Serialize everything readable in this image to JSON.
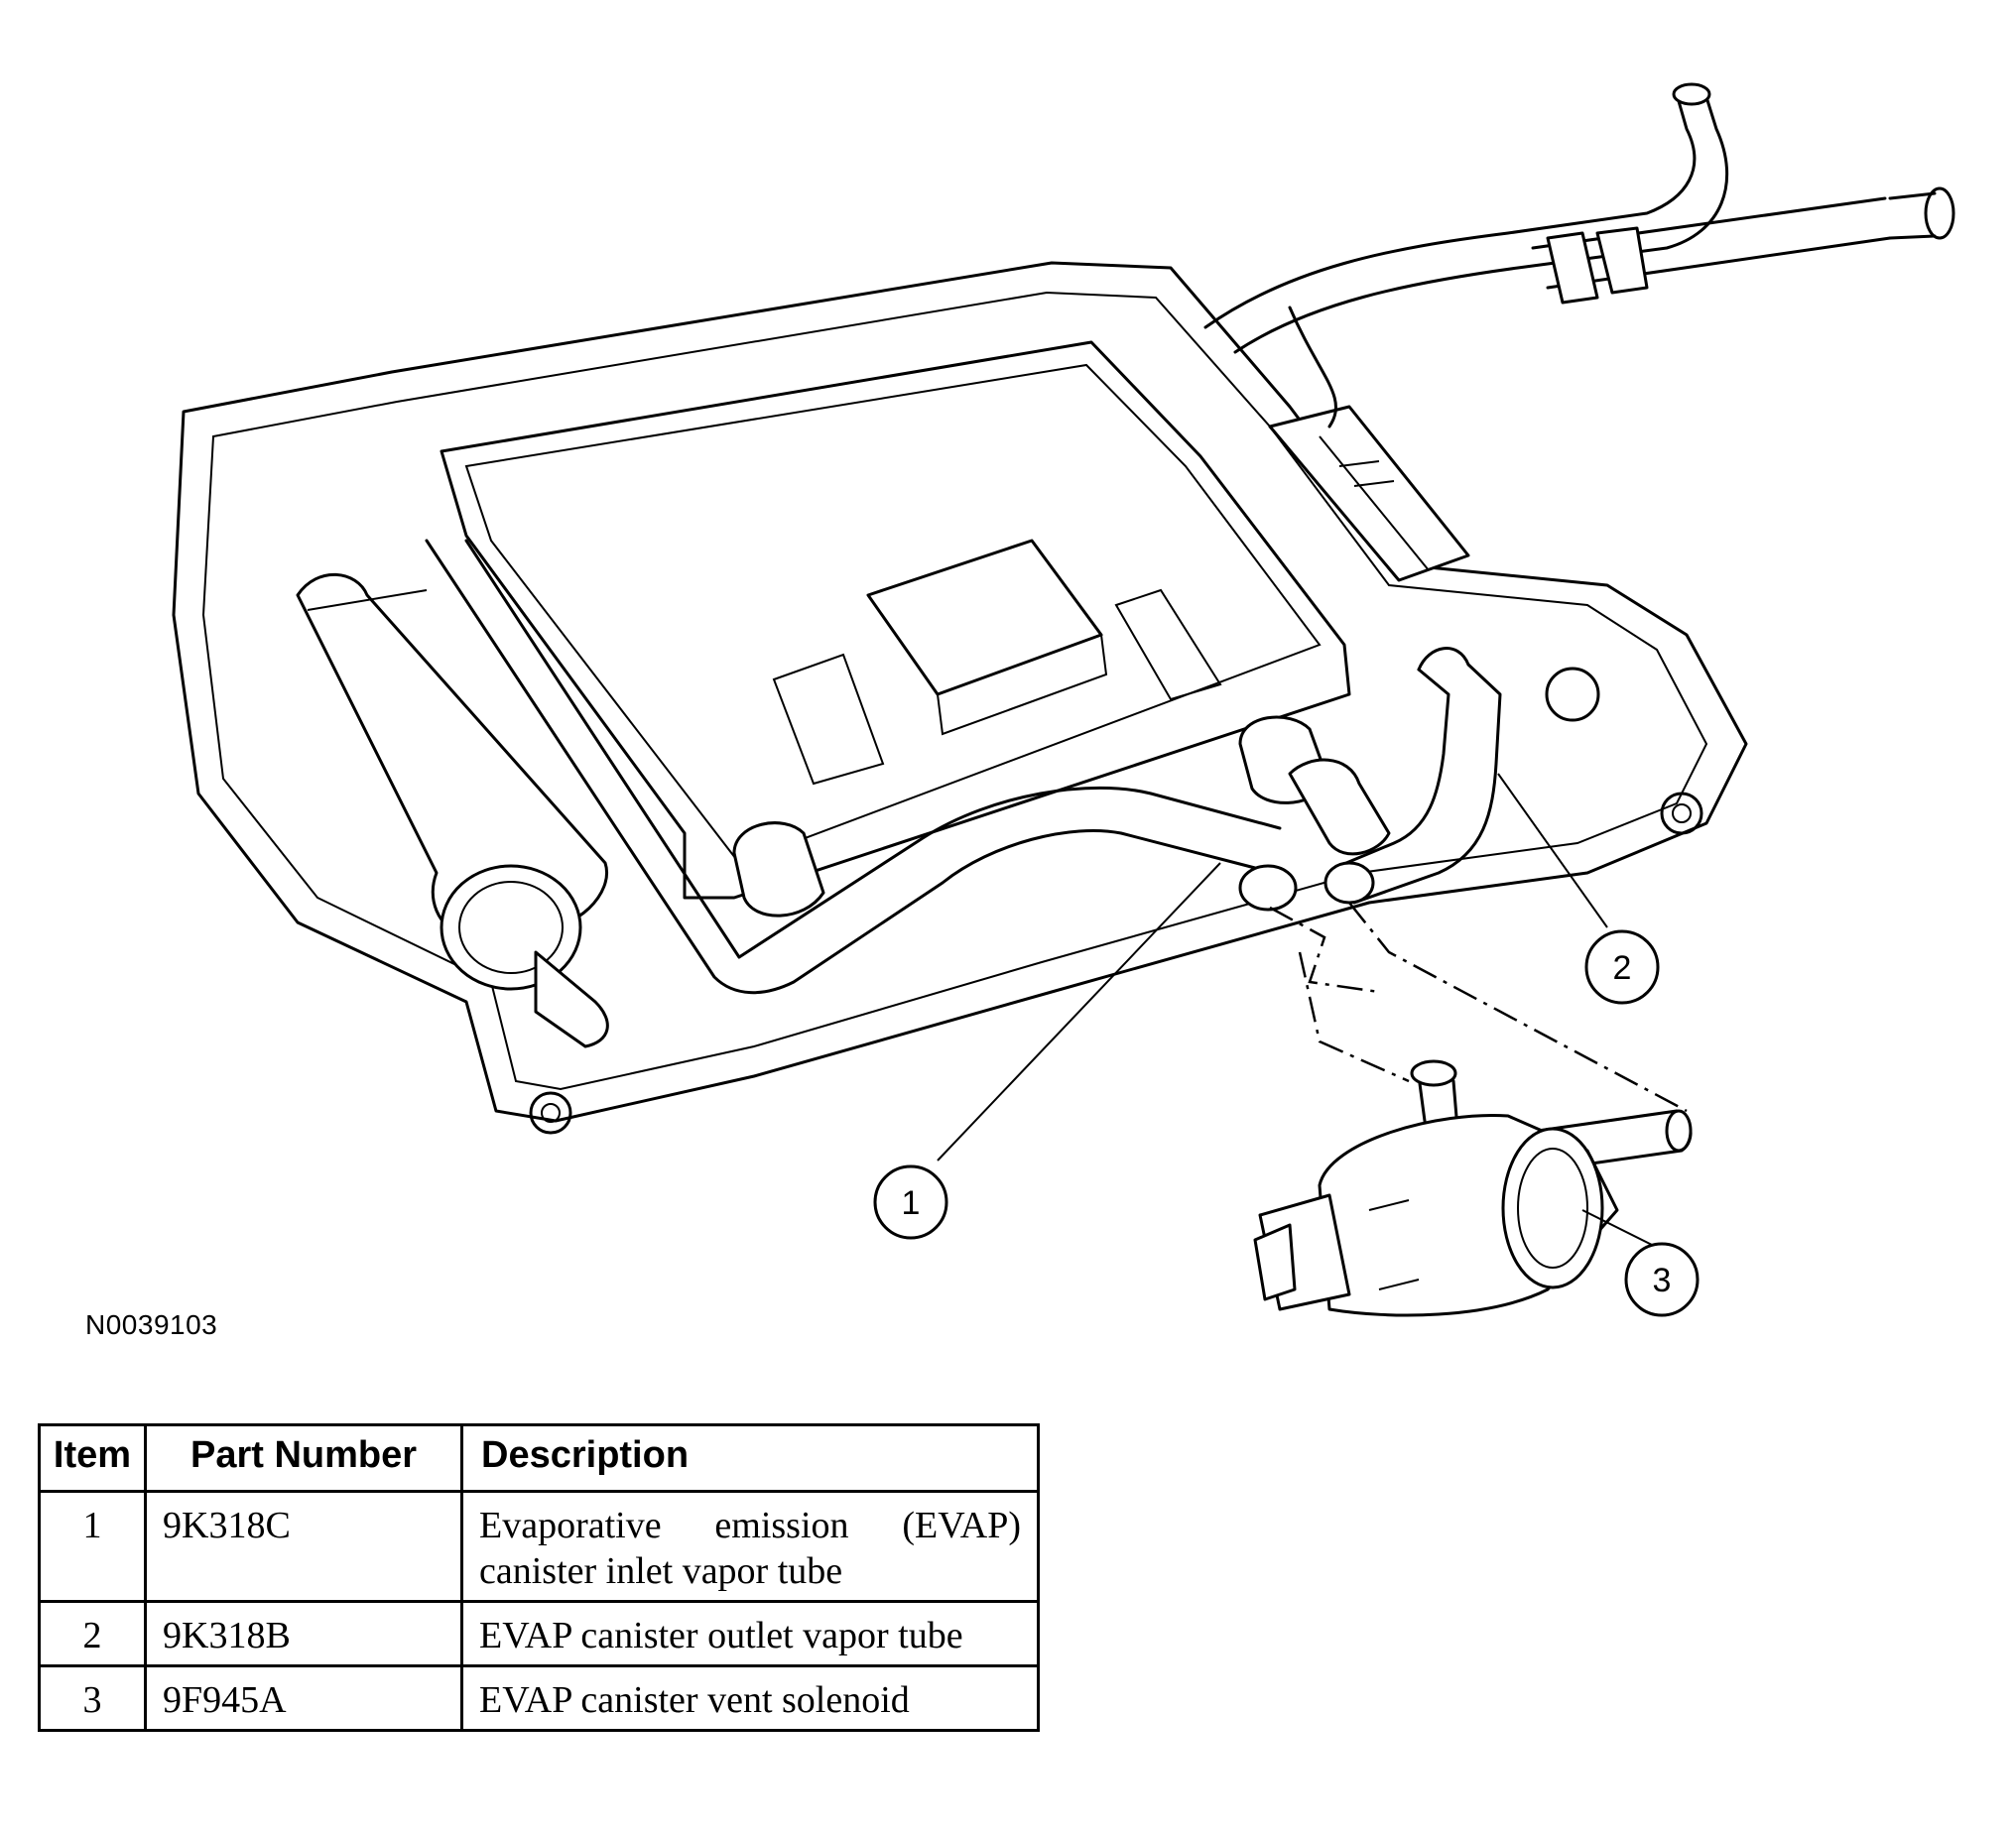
{
  "figure_id": "N0039103",
  "callouts": [
    "1",
    "2",
    "3"
  ],
  "table": {
    "headers": {
      "item": "Item",
      "part_number": "Part Number",
      "description": "Description"
    },
    "rows": [
      {
        "item": "1",
        "part_number": "9K318C",
        "description": "Evaporative emission (EVAP) canister inlet vapor tube"
      },
      {
        "item": "2",
        "part_number": "9K318B",
        "description": "EVAP canister outlet vapor tube"
      },
      {
        "item": "3",
        "part_number": "9F945A",
        "description": "EVAP canister vent solenoid"
      }
    ]
  }
}
